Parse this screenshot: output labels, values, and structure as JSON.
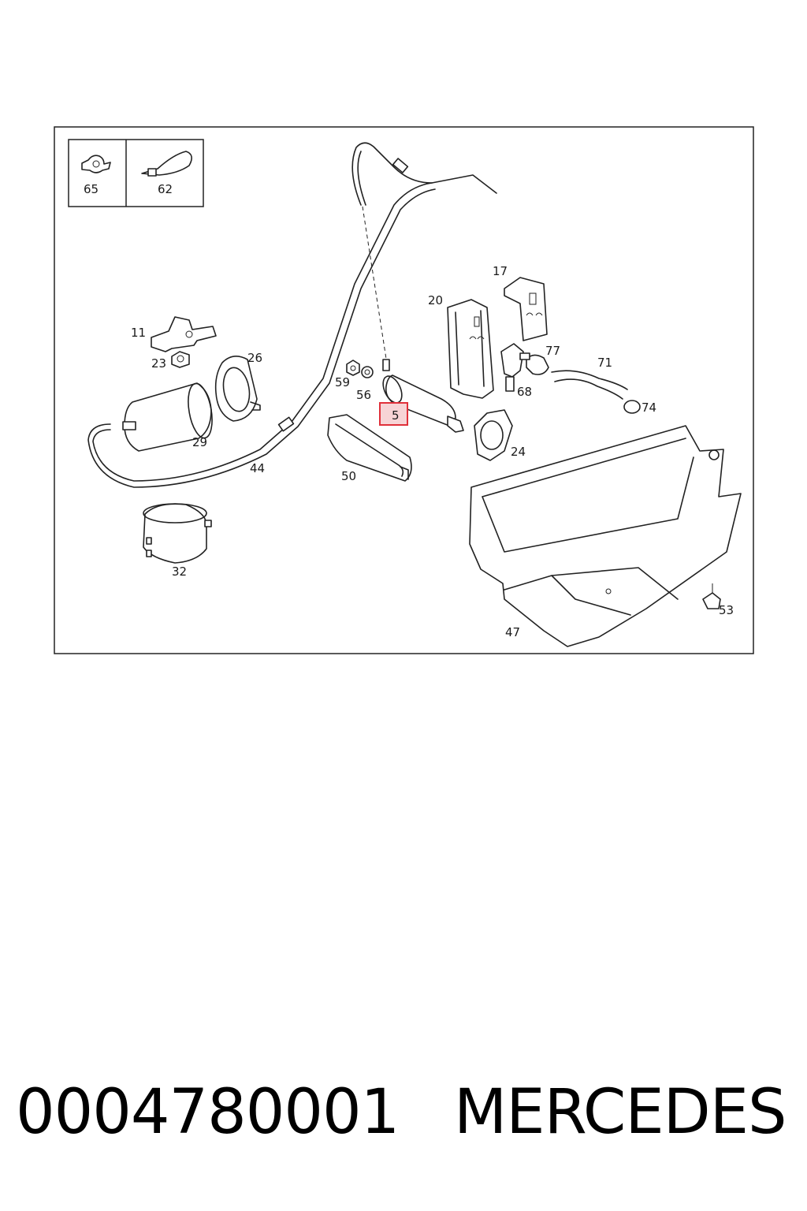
{
  "inset_labels": [
    "65",
    "62"
  ],
  "callouts": {
    "c65": "65",
    "c62": "62",
    "c17": "17",
    "c20": "20",
    "c11": "11",
    "c23": "23",
    "c26": "26",
    "c59": "59",
    "c56": "56",
    "c5": "5",
    "c77": "77",
    "c71": "71",
    "c68": "68",
    "c74": "74",
    "c29": "29",
    "c24": "24",
    "c44": "44",
    "c50": "50",
    "c32": "32",
    "c53": "53",
    "c47": "47"
  },
  "highlighted_part": "5",
  "highlight_color": "#e0303a",
  "highlight_fill": "#f7d4d6",
  "footer": {
    "part_number": "0004780001",
    "brand": "MERCEDES"
  }
}
